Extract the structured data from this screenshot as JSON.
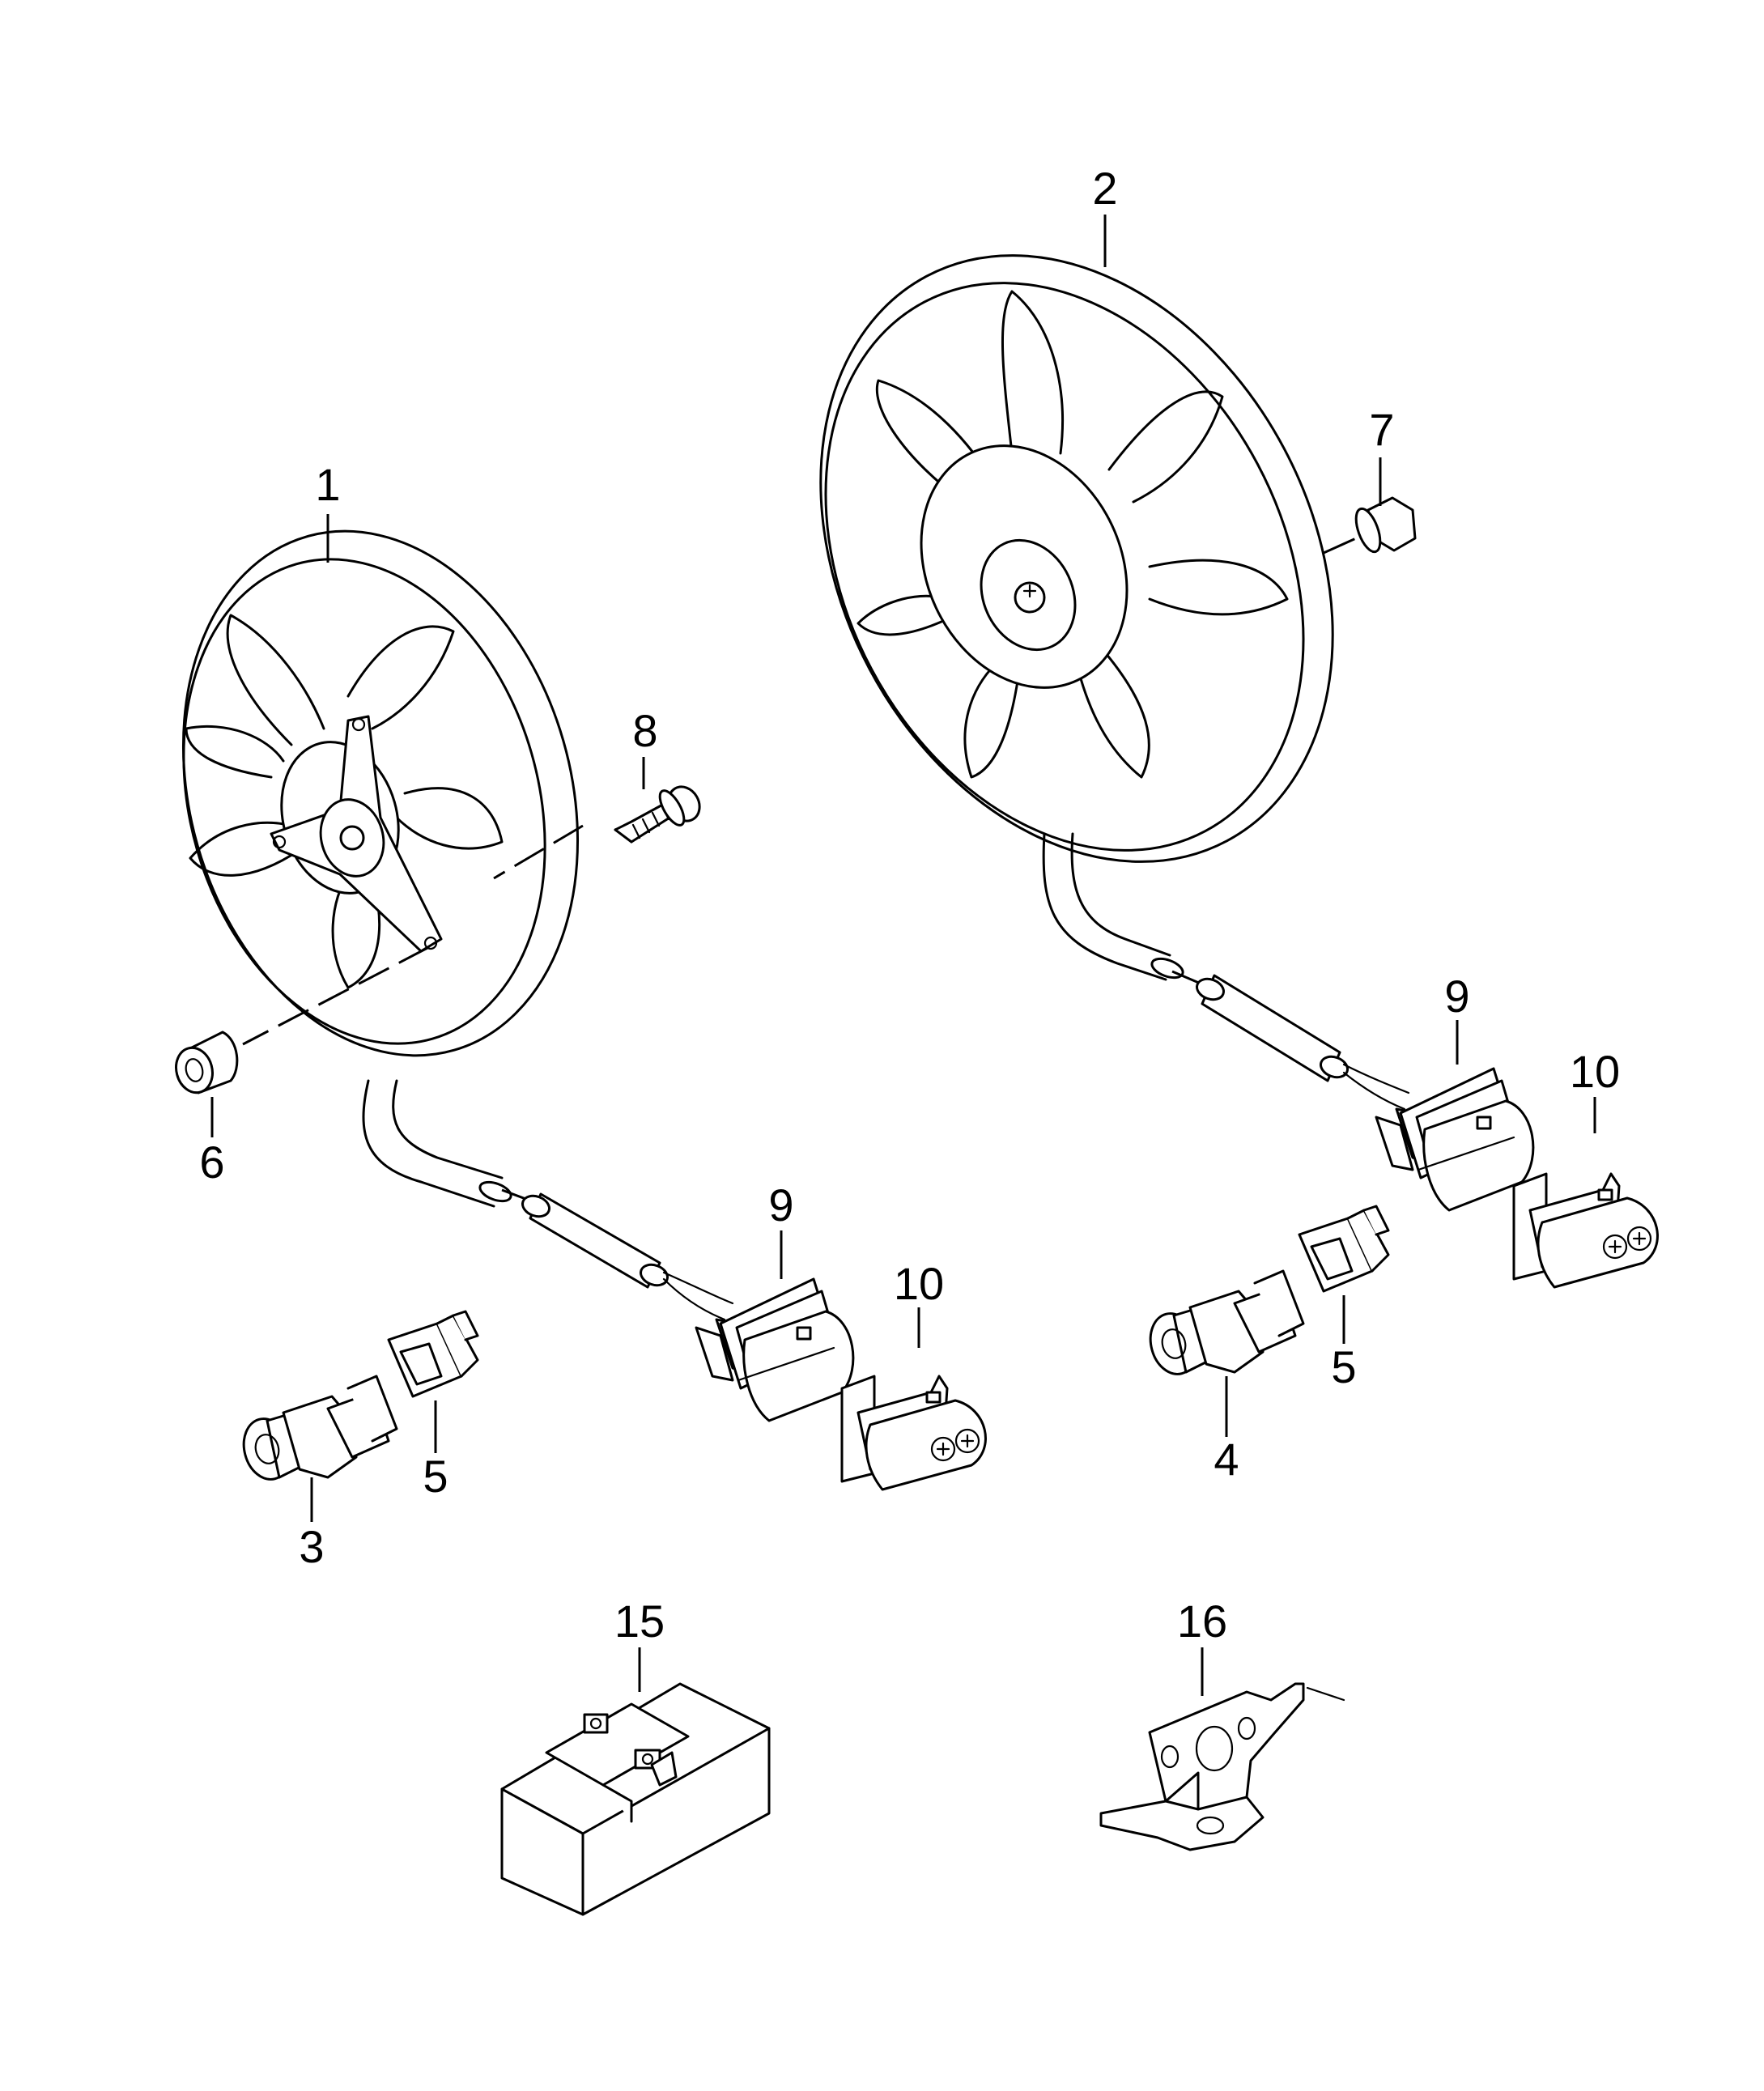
{
  "callouts": {
    "c1": "1",
    "c2": "2",
    "c3": "3",
    "c4": "4",
    "c5a": "5",
    "c5b": "5",
    "c6": "6",
    "c7": "7",
    "c8": "8",
    "c9a": "9",
    "c9b": "9",
    "c10a": "10",
    "c10b": "10",
    "c15": "15",
    "c16": "16"
  },
  "colors": {
    "line": "#000000",
    "background": "#ffffff"
  }
}
